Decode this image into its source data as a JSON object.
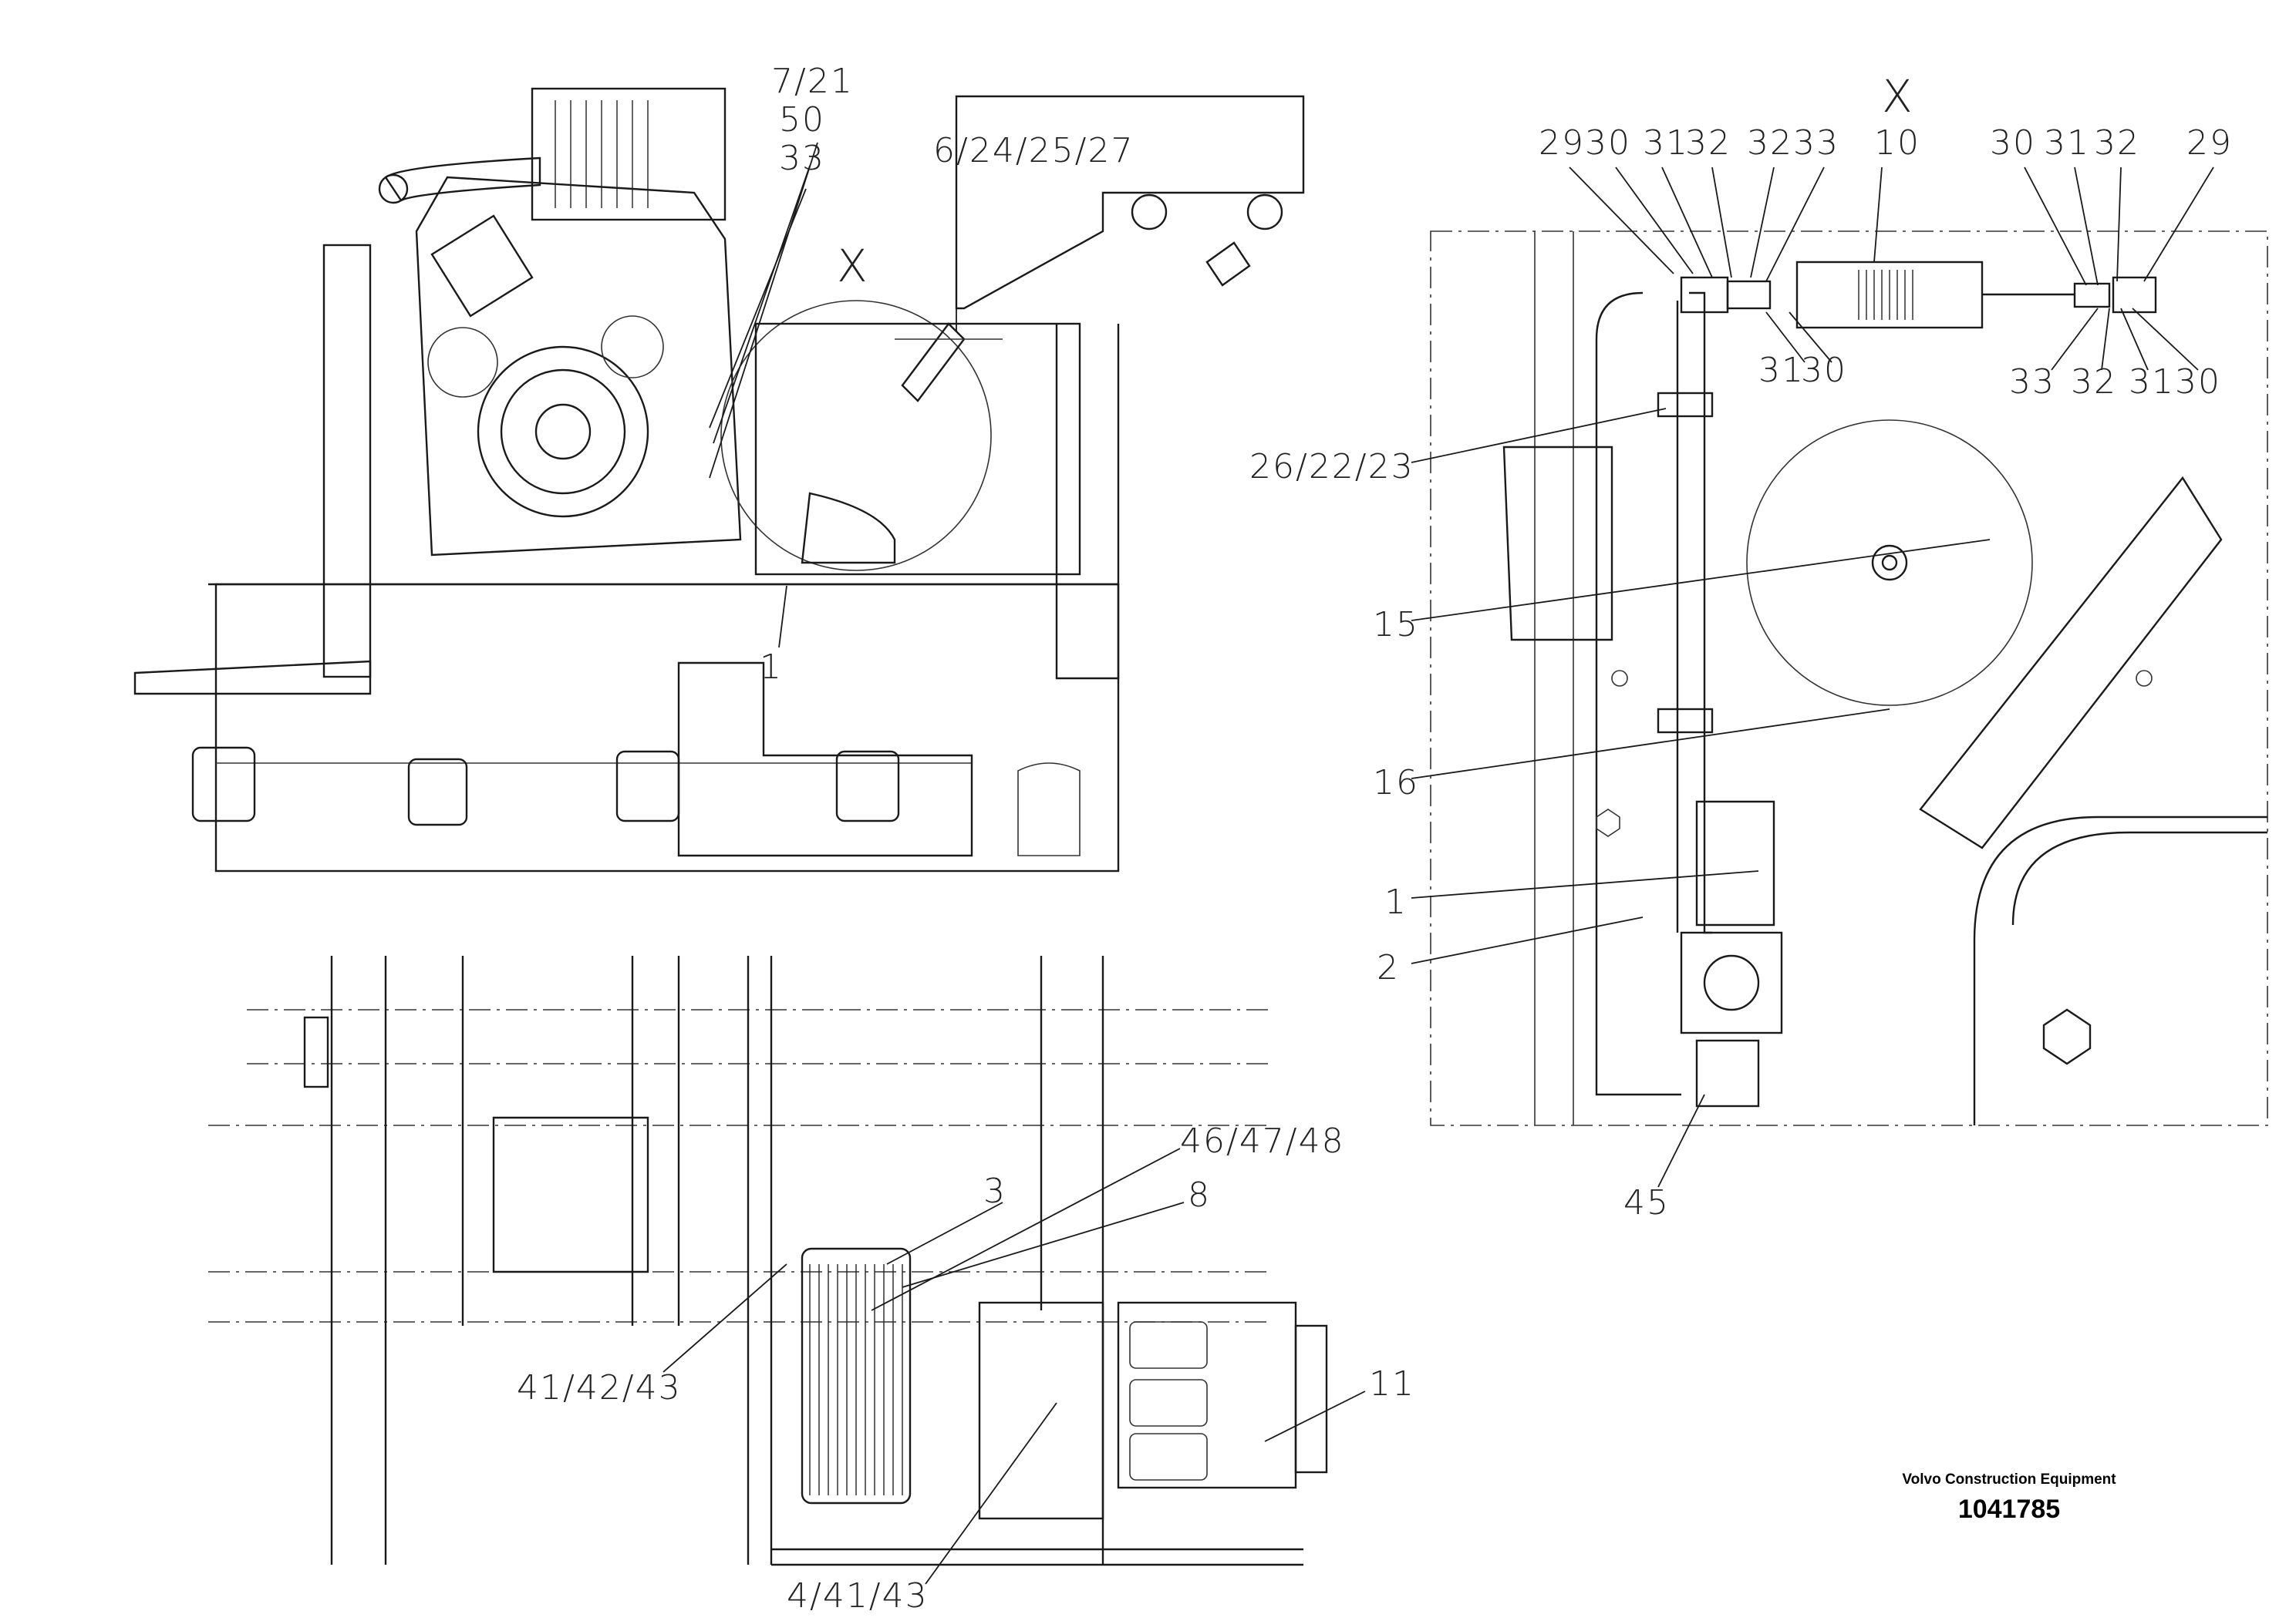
{
  "drawing": {
    "view_marks": {
      "side_view": "X",
      "detail_view": "X"
    },
    "callouts": {
      "c_7_21": "7/21",
      "c_50": "50",
      "c_33_top": "33",
      "c_6_24_25_27": "6/24/25/27",
      "c_1_left": "1",
      "c_29_a": "29",
      "c_30_a": "30",
      "c_31_a": "31",
      "c_32_a": "32",
      "c_32_b": "32",
      "c_33_a": "33",
      "c_10": "10",
      "c_30_b": "30",
      "c_31_b": "31",
      "c_32_c": "32",
      "c_29_b": "29",
      "c_31_c": "31",
      "c_30_c": "30",
      "c_33_b": "33",
      "c_32_d": "32",
      "c_31_d": "31",
      "c_30_d": "30",
      "c_26_22_23": "26/22/23",
      "c_15": "15",
      "c_16": "16",
      "c_1_right": "1",
      "c_2": "2",
      "c_45": "45",
      "c_46_47_48": "46/47/48",
      "c_3": "3",
      "c_8": "8",
      "c_41_42_43": "41/42/43",
      "c_11": "11",
      "c_4_41_43": "4/41/43"
    }
  },
  "title_block": {
    "company": "Volvo Construction Equipment",
    "document_number": "1041785"
  }
}
